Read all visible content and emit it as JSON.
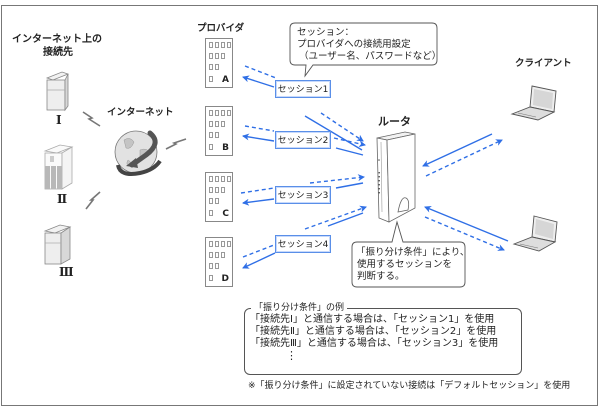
{
  "diagram": {
    "destinations": {
      "title_line1": "インターネット上の",
      "title_line2": "接続先",
      "servers": [
        {
          "label": "Ⅰ",
          "icon": "server-tower-icon"
        },
        {
          "label": "Ⅱ",
          "icon": "server-tower-icon"
        },
        {
          "label": "Ⅲ",
          "icon": "server-tower-icon"
        }
      ]
    },
    "internet": {
      "label": "インターネット",
      "icon": "globe-icon"
    },
    "providers": {
      "title": "プロバイダ",
      "items": [
        {
          "label": "A",
          "icon": "building-icon"
        },
        {
          "label": "B",
          "icon": "building-icon"
        },
        {
          "label": "C",
          "icon": "building-icon"
        },
        {
          "label": "D",
          "icon": "building-icon"
        }
      ]
    },
    "sessions": [
      {
        "label": "セッション1"
      },
      {
        "label": "セッション2"
      },
      {
        "label": "セッション3"
      },
      {
        "label": "セッション4"
      }
    ],
    "session_callout": {
      "line1": "セッション：",
      "line2": "プロバイダへの接続用設定",
      "line3": "（ユーザー名、パスワードなど）"
    },
    "router": {
      "label": "ルータ",
      "icon": "router-icon"
    },
    "router_callout": {
      "line1": "「振り分け条件」により、",
      "line2": "使用するセッションを",
      "line3": "判断する。"
    },
    "clients": {
      "title": "クライアント",
      "items": [
        {
          "icon": "laptop-icon"
        },
        {
          "icon": "laptop-icon"
        }
      ]
    },
    "rules": {
      "title": "「振り分け条件」の例",
      "lines": [
        "「接続先Ⅰ」と通信する場合は、「セッション1」を使用",
        "「接続先Ⅱ」と通信する場合は、「セッション2」を使用",
        "「接続先Ⅲ」と通信する場合は、「セッション3」を使用"
      ],
      "ellipsis": "⋮",
      "note": "※「振り分け条件」に設定されていない接続は「デフォルトセッション」を使用"
    },
    "colors": {
      "arrow": "#2f6fe6",
      "session_border": "#5a8fe8",
      "frame": "#777777"
    }
  }
}
